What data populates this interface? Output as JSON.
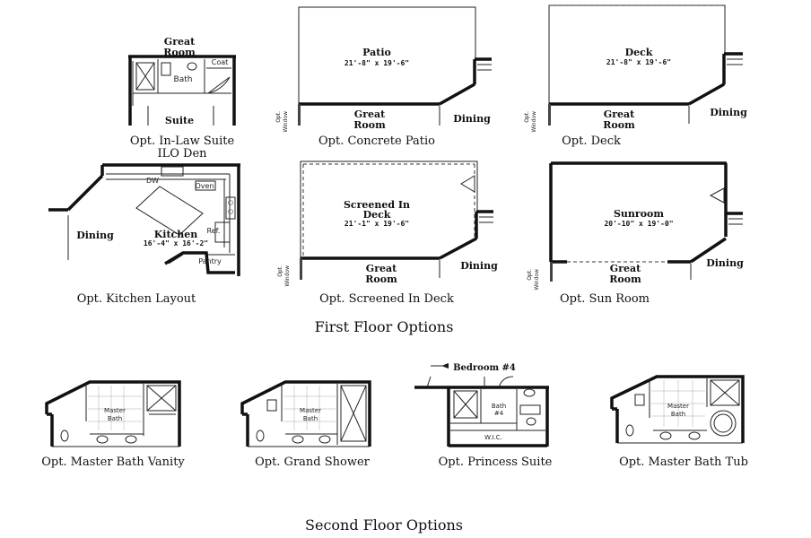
{
  "sections": {
    "first_floor": "First Floor Options",
    "second_floor": "Second Floor Options"
  },
  "captions": {
    "inlaw_1": "Opt. In-Law Suite",
    "inlaw_2": "ILO Den",
    "patio": "Opt. Concrete Patio",
    "deck": "Opt. Deck",
    "kitchen": "Opt. Kitchen Layout",
    "screened": "Opt. Screened In Deck",
    "sunroom": "Opt. Sun Room",
    "vanity": "Opt. Master Bath Vanity",
    "shower": "Opt. Grand Shower",
    "princess": "Opt. Princess Suite",
    "tub": "Opt. Master Bath Tub"
  },
  "labels": {
    "great": "Great",
    "room": "Room",
    "suite": "Suite",
    "bath": "Bath",
    "coat": "Coat",
    "patio": "Patio",
    "deck": "Deck",
    "dining": "Dining",
    "screened": "Screened In",
    "sunroom": "Sunroom",
    "kitchen": "Kitchen",
    "dw": "DW",
    "oven": "Oven",
    "ref": "Ref.",
    "pantry": "Pantry",
    "opt": "Opt.",
    "window": "Window",
    "master": "Master",
    "bedroom4": "Bedroom #4",
    "bath_short": "Bath",
    "num4": "#4",
    "wic": "W.I.C."
  },
  "dims": {
    "patio": "21'-8\" x 19'-6\"",
    "deck": "21'-8\" x 19'-6\"",
    "kitchen": "16'-4\" x 16'-2\"",
    "screened": "21'-1\" x 19'-6\"",
    "sunroom": "20'-10\" x 19'-0\""
  }
}
